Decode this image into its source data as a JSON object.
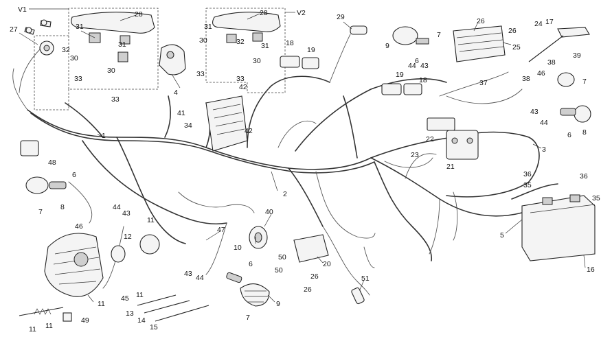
{
  "diagram": {
    "variant_labels": {
      "v1": "V1",
      "v2": "V2"
    },
    "callouts": [
      {
        "id": "c28a",
        "text": "28"
      },
      {
        "id": "c27",
        "text": "27"
      },
      {
        "id": "c31a",
        "text": "31"
      },
      {
        "id": "c32a",
        "text": "32"
      },
      {
        "id": "c31b",
        "text": "31"
      },
      {
        "id": "c30a",
        "text": "30"
      },
      {
        "id": "c30b",
        "text": "30"
      },
      {
        "id": "c33a",
        "text": "33"
      },
      {
        "id": "c33b",
        "text": "33"
      },
      {
        "id": "c4",
        "text": "4"
      },
      {
        "id": "c28b",
        "text": "28"
      },
      {
        "id": "c31c",
        "text": "31"
      },
      {
        "id": "c30c",
        "text": "30"
      },
      {
        "id": "c32b",
        "text": "32"
      },
      {
        "id": "c31d",
        "text": "31"
      },
      {
        "id": "c30d",
        "text": "30"
      },
      {
        "id": "c33c",
        "text": "33"
      },
      {
        "id": "c33d",
        "text": "33"
      },
      {
        "id": "c29",
        "text": "29"
      },
      {
        "id": "c18a",
        "text": "18"
      },
      {
        "id": "c19a",
        "text": "19"
      },
      {
        "id": "c42a",
        "text": "42"
      },
      {
        "id": "c41",
        "text": "41"
      },
      {
        "id": "c34",
        "text": "34"
      },
      {
        "id": "c42b",
        "text": "42"
      },
      {
        "id": "c9a",
        "text": "9"
      },
      {
        "id": "c7a",
        "text": "7"
      },
      {
        "id": "c6a",
        "text": "6"
      },
      {
        "id": "c44a",
        "text": "44"
      },
      {
        "id": "c43a",
        "text": "43"
      },
      {
        "id": "c26a",
        "text": "26"
      },
      {
        "id": "c26b",
        "text": "26"
      },
      {
        "id": "c25",
        "text": "25"
      },
      {
        "id": "c24",
        "text": "24"
      },
      {
        "id": "c17",
        "text": "17"
      },
      {
        "id": "c39",
        "text": "39"
      },
      {
        "id": "c19b",
        "text": "19"
      },
      {
        "id": "c18b",
        "text": "18"
      },
      {
        "id": "c37",
        "text": "37"
      },
      {
        "id": "c38a",
        "text": "38"
      },
      {
        "id": "c46a",
        "text": "46"
      },
      {
        "id": "c38b",
        "text": "38"
      },
      {
        "id": "c7b",
        "text": "7"
      },
      {
        "id": "c43b",
        "text": "43"
      },
      {
        "id": "c44b",
        "text": "44"
      },
      {
        "id": "c6b",
        "text": "6"
      },
      {
        "id": "c8a",
        "text": "8"
      },
      {
        "id": "c3",
        "text": "3"
      },
      {
        "id": "c22",
        "text": "22"
      },
      {
        "id": "c23",
        "text": "23"
      },
      {
        "id": "c21",
        "text": "21"
      },
      {
        "id": "c1",
        "text": "1"
      },
      {
        "id": "c48",
        "text": "48"
      },
      {
        "id": "c6c",
        "text": "6"
      },
      {
        "id": "c7c",
        "text": "7"
      },
      {
        "id": "c8b",
        "text": "8"
      },
      {
        "id": "c44c",
        "text": "44"
      },
      {
        "id": "c43c",
        "text": "43"
      },
      {
        "id": "c46b",
        "text": "46"
      },
      {
        "id": "c2",
        "text": "2"
      },
      {
        "id": "c36a",
        "text": "36"
      },
      {
        "id": "c35a",
        "text": "35"
      },
      {
        "id": "c36b",
        "text": "36"
      },
      {
        "id": "c35b",
        "text": "35"
      },
      {
        "id": "c5",
        "text": "5"
      },
      {
        "id": "c16",
        "text": "16"
      },
      {
        "id": "c40",
        "text": "40"
      },
      {
        "id": "c10",
        "text": "10"
      },
      {
        "id": "c47",
        "text": "47"
      },
      {
        "id": "c11a",
        "text": "11"
      },
      {
        "id": "c12",
        "text": "12"
      },
      {
        "id": "c45",
        "text": "45"
      },
      {
        "id": "c11b",
        "text": "11"
      },
      {
        "id": "c11c",
        "text": "11"
      },
      {
        "id": "c43d",
        "text": "43"
      },
      {
        "id": "c44d",
        "text": "44"
      },
      {
        "id": "c50a",
        "text": "50"
      },
      {
        "id": "c20",
        "text": "20"
      },
      {
        "id": "c50b",
        "text": "50"
      },
      {
        "id": "c26c",
        "text": "26"
      },
      {
        "id": "c26d",
        "text": "26"
      },
      {
        "id": "c51",
        "text": "51"
      },
      {
        "id": "c6d",
        "text": "6"
      },
      {
        "id": "c9b",
        "text": "9"
      },
      {
        "id": "c7d",
        "text": "7"
      },
      {
        "id": "c13",
        "text": "13"
      },
      {
        "id": "c14",
        "text": "14"
      },
      {
        "id": "c15",
        "text": "15"
      },
      {
        "id": "c11d",
        "text": "11"
      },
      {
        "id": "c11e",
        "text": "11"
      },
      {
        "id": "c49",
        "text": "49"
      }
    ]
  }
}
